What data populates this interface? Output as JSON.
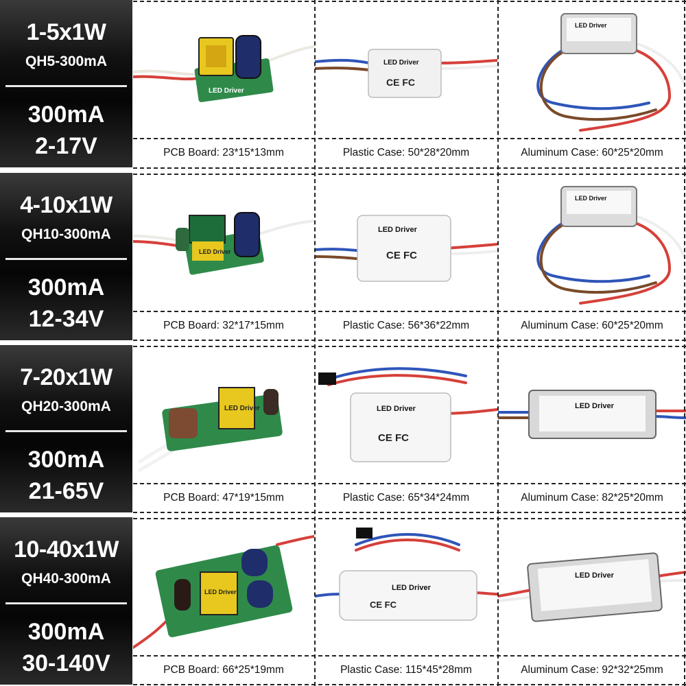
{
  "rows": [
    {
      "watts": "1-5x1W",
      "model": "QH5-300mA",
      "current": "300mA",
      "voltage": "2-17V",
      "cells": [
        {
          "caption": "PCB Board: 23*15*13mm",
          "icon": "pcb-board-image"
        },
        {
          "caption": "Plastic Case: 50*28*20mm",
          "icon": "plastic-case-driver-image"
        },
        {
          "caption": "Aluminum Case: 60*25*20mm",
          "icon": "aluminum-case-driver-image"
        }
      ]
    },
    {
      "watts": "4-10x1W",
      "model": "QH10-300mA",
      "current": "300mA",
      "voltage": "12-34V",
      "cells": [
        {
          "caption": "PCB Board: 32*17*15mm",
          "icon": "pcb-board-image"
        },
        {
          "caption": "Plastic Case: 56*36*22mm",
          "icon": "plastic-case-driver-image"
        },
        {
          "caption": "Aluminum Case: 60*25*20mm",
          "icon": "aluminum-case-driver-image"
        }
      ]
    },
    {
      "watts": "7-20x1W",
      "model": "QH20-300mA",
      "current": "300mA",
      "voltage": "21-65V",
      "cells": [
        {
          "caption": "PCB Board: 47*19*15mm",
          "icon": "pcb-board-image"
        },
        {
          "caption": "Plastic Case: 65*34*24mm",
          "icon": "plastic-case-driver-image"
        },
        {
          "caption": "Aluminum Case: 82*25*20mm",
          "icon": "aluminum-case-driver-image"
        }
      ]
    },
    {
      "watts": "10-40x1W",
      "model": "QH40-300mA",
      "current": "300mA",
      "voltage": "30-140V",
      "cells": [
        {
          "caption": "PCB Board: 66*25*19mm",
          "icon": "pcb-board-image"
        },
        {
          "caption": "Plastic Case: 115*45*28mm",
          "icon": "plastic-case-driver-image"
        },
        {
          "caption": "Aluminum Case: 92*32*25mm",
          "icon": "aluminum-case-driver-image"
        }
      ]
    }
  ],
  "product_label": "LED Driver",
  "colors": {
    "spec_bg": "#0a0a0a",
    "spec_text": "#ffffff",
    "pcb_green": "#2f8a4a",
    "transformer_yellow": "#e8c81e",
    "wire_red": "#d6403a",
    "wire_blue": "#2f55b8",
    "wire_brown": "#7a4a2a"
  }
}
